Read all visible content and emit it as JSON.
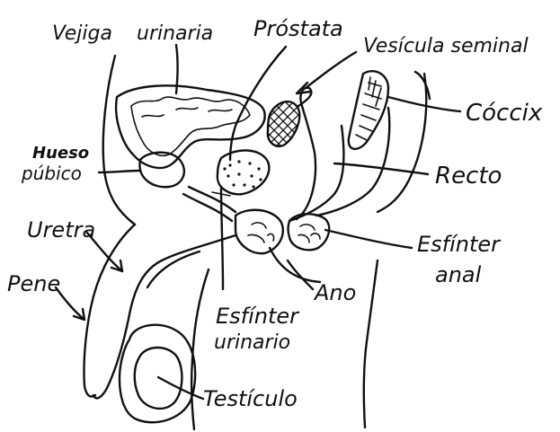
{
  "labels": {
    "vejiga": "Vejiga",
    "urinaria": "urinaria",
    "prostata": "Próstata",
    "vesicula_seminal": "Vesícula seminal",
    "coccix": "Cóccix",
    "hueso_line1": "Hueso",
    "hueso_line2": "púbico",
    "recto": "Recto",
    "uretra": "Uretra",
    "esfinter_anal_line1": "Esfínter",
    "esfinter_anal_line2": "anal",
    "pene": "Pene",
    "ano": "Ano",
    "esfinter_urinario_line1": "Esfínter",
    "esfinter_urinario_line2": "urinario",
    "testiculo": "Testículo"
  },
  "colors": {
    "ink": "#111111",
    "background": "#ffffff"
  }
}
